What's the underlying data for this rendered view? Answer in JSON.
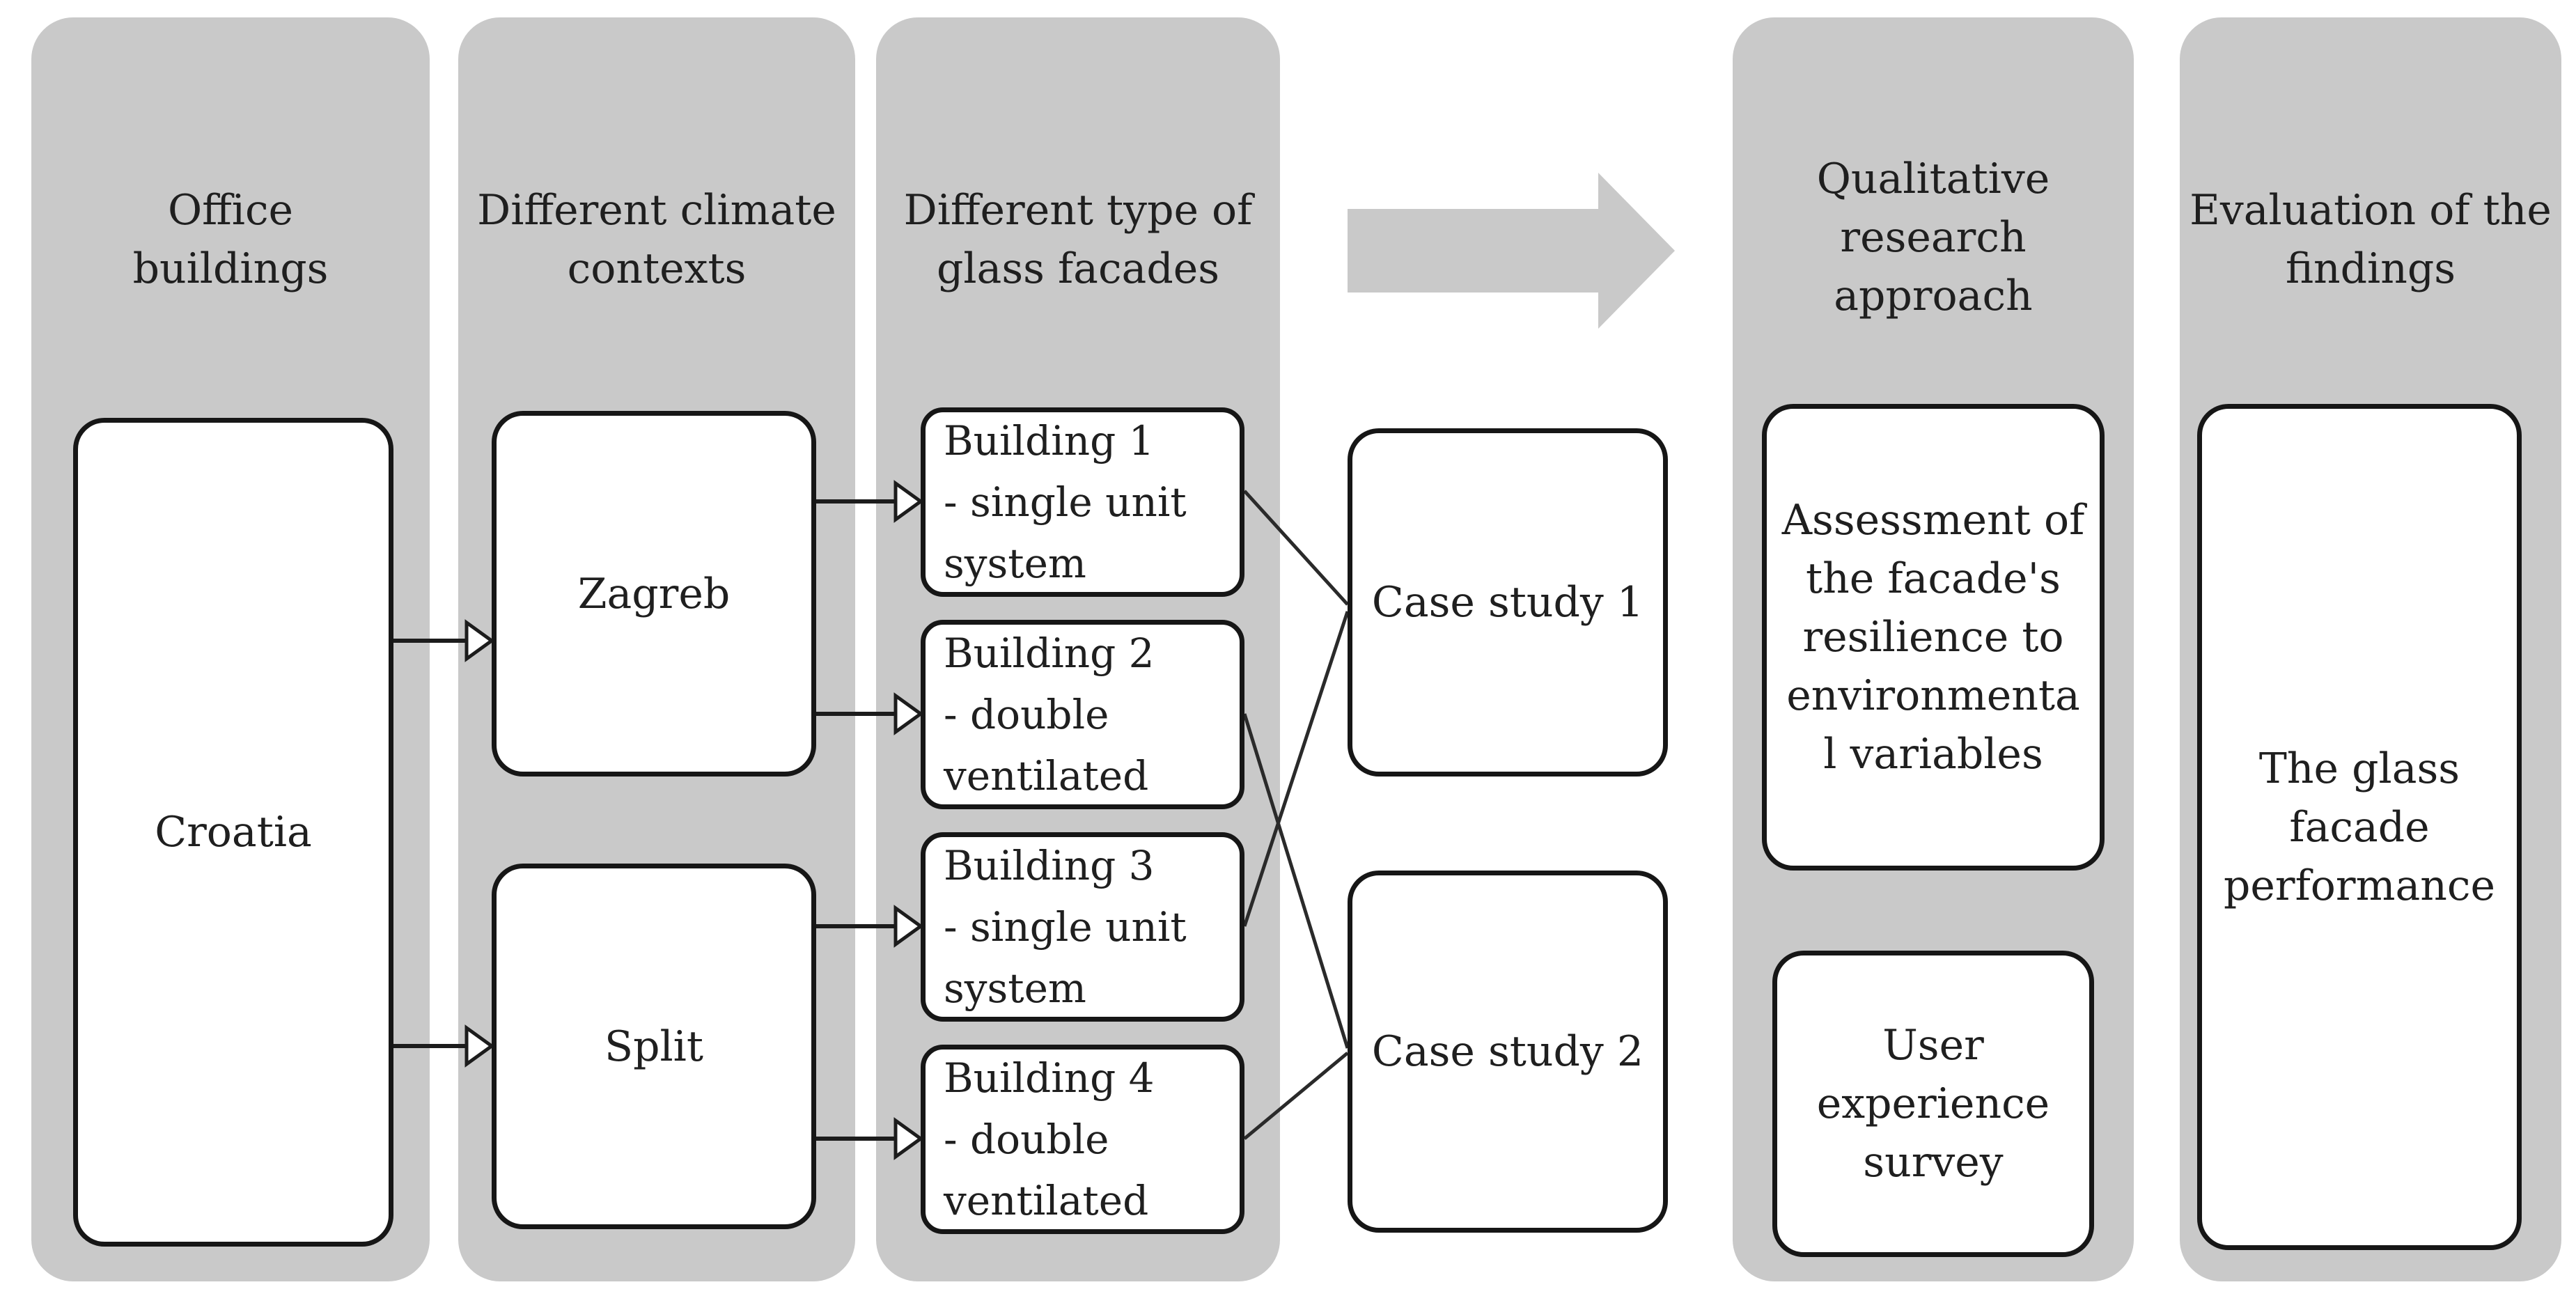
{
  "diagram": {
    "columns": [
      {
        "id": "office-buildings",
        "header": "Office\nbuildings"
      },
      {
        "id": "climate-contexts",
        "header": "Different climate\ncontexts"
      },
      {
        "id": "glass-facade-types",
        "header": "Different type of\nglass facades"
      },
      {
        "id": "qualitative-research",
        "header": "Qualitative\nresearch\napproach"
      },
      {
        "id": "evaluation",
        "header": "Evaluation of the\nfindings"
      }
    ],
    "nodes": {
      "croatia": "Croatia",
      "zagreb": "Zagreb",
      "split": "Split",
      "building1": "Building 1\n- single unit\nsystem",
      "building2": "Building 2\n- double\nventilated",
      "building3": "Building 3\n- single unit\nsystem",
      "building4": "Building 4\n- double\nventilated",
      "case_study_1": "Case study 1",
      "case_study_2": "Case study 2",
      "assessment": "Assessment of\nthe facade's\nresilience to\nenvironmenta\nl variables",
      "user_survey": "User\nexperience\nsurvey",
      "glass_performance": "The glass\nfacade\nperformance"
    },
    "connections": [
      {
        "from": "croatia",
        "to": "zagreb",
        "type": "arrow"
      },
      {
        "from": "croatia",
        "to": "split",
        "type": "arrow"
      },
      {
        "from": "zagreb",
        "to": "building1",
        "type": "arrow"
      },
      {
        "from": "zagreb",
        "to": "building2",
        "type": "arrow"
      },
      {
        "from": "split",
        "to": "building3",
        "type": "arrow"
      },
      {
        "from": "split",
        "to": "building4",
        "type": "arrow"
      },
      {
        "from": "building1",
        "to": "case_study_1",
        "type": "line"
      },
      {
        "from": "building3",
        "to": "case_study_1",
        "type": "line"
      },
      {
        "from": "building2",
        "to": "case_study_2",
        "type": "line"
      },
      {
        "from": "building4",
        "to": "case_study_2",
        "type": "line"
      },
      {
        "from": "glass-facade-types",
        "to": "qualitative-research",
        "type": "big-arrow"
      }
    ],
    "colors": {
      "column_bg": "#c9c9c9",
      "arrow_fill": "#c9c9c9",
      "box_bg": "#ffffff",
      "box_border": "#161616",
      "connector": "#1c1c1c",
      "text": "#1f1f1f"
    }
  }
}
